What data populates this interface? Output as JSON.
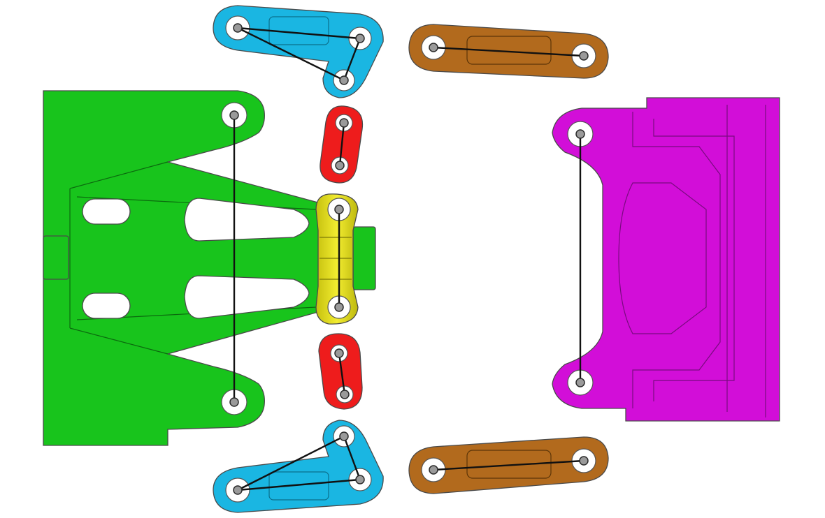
{
  "colors": {
    "background": "#ffffff",
    "base_frame": "#18c41c",
    "carrier": "#d20ed8",
    "upper_crank": "#1ab6e2",
    "lower_crank": "#1ab6e2",
    "upper_coupler": "#b26a1d",
    "lower_coupler": "#b26a1d",
    "upper_rocker": "#ee1c1c",
    "lower_rocker": "#ee1c1c",
    "center_block": "#e4df1a",
    "link_line": "#111111",
    "pin": "#9a9a9a"
  },
  "parts": [
    "base-frame",
    "carrier",
    "upper-crank",
    "lower-crank",
    "upper-coupler",
    "lower-coupler",
    "upper-rocker",
    "lower-rocker",
    "center-block"
  ]
}
